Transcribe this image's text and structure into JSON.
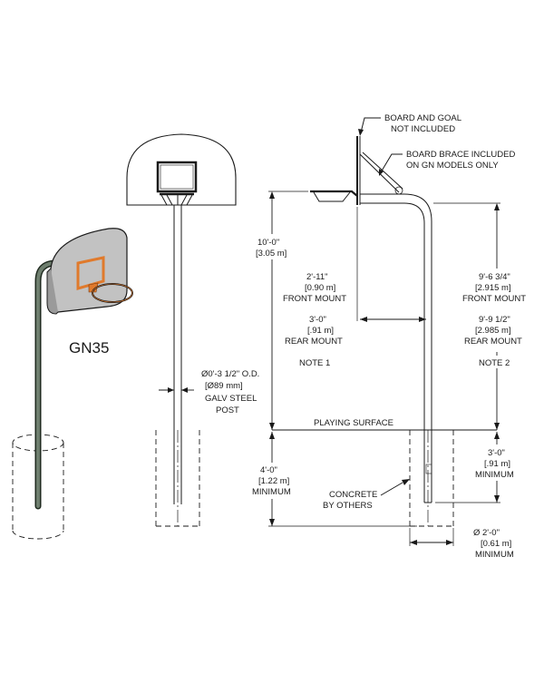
{
  "colors": {
    "line": "#1a1a1a",
    "backboard": "#bcbcbc",
    "post": "#5a6a5a",
    "rim": "#e07a2c",
    "target": "#e07a2c"
  },
  "model_name": "GN35",
  "callouts": {
    "board_goal": [
      "BOARD AND GOAL",
      "NOT INCLUDED"
    ],
    "board_brace": [
      "BOARD BRACE INCLUDED",
      "ON GN MODELS ONLY"
    ],
    "post_od": [
      "Ø0'-3 1/2\" O.D.",
      "[Ø89 mm]",
      "GALV STEEL",
      "POST"
    ],
    "playing_surface": "PLAYING SURFACE",
    "concrete": [
      "CONCRETE",
      "BY OTHERS"
    ]
  },
  "dimensions": {
    "height_above": [
      "10'-0\"",
      "[3.05 m]"
    ],
    "front_mount": [
      "2'-11\"",
      "[0.90 m]",
      "FRONT MOUNT"
    ],
    "rear_mount": [
      "3'-0\"",
      "[.91 m]",
      "REAR MOUNT"
    ],
    "note1": "NOTE 1",
    "depth_min": [
      "4'-0\"",
      "[1.22 m]",
      "MINIMUM"
    ],
    "front_height": [
      "9'-6 3/4\"",
      "[2.915 m]",
      "FRONT MOUNT"
    ],
    "rear_height": [
      "9'-9 1/2\"",
      "[2.985 m]",
      "REAR MOUNT"
    ],
    "note2": "NOTE 2",
    "embed_min": [
      "3'-0\"",
      "[.91 m]",
      "MINIMUM"
    ],
    "footing_dia": [
      "Ø   2'-0\"",
      "[0.61 m]",
      "MINIMUM"
    ]
  }
}
